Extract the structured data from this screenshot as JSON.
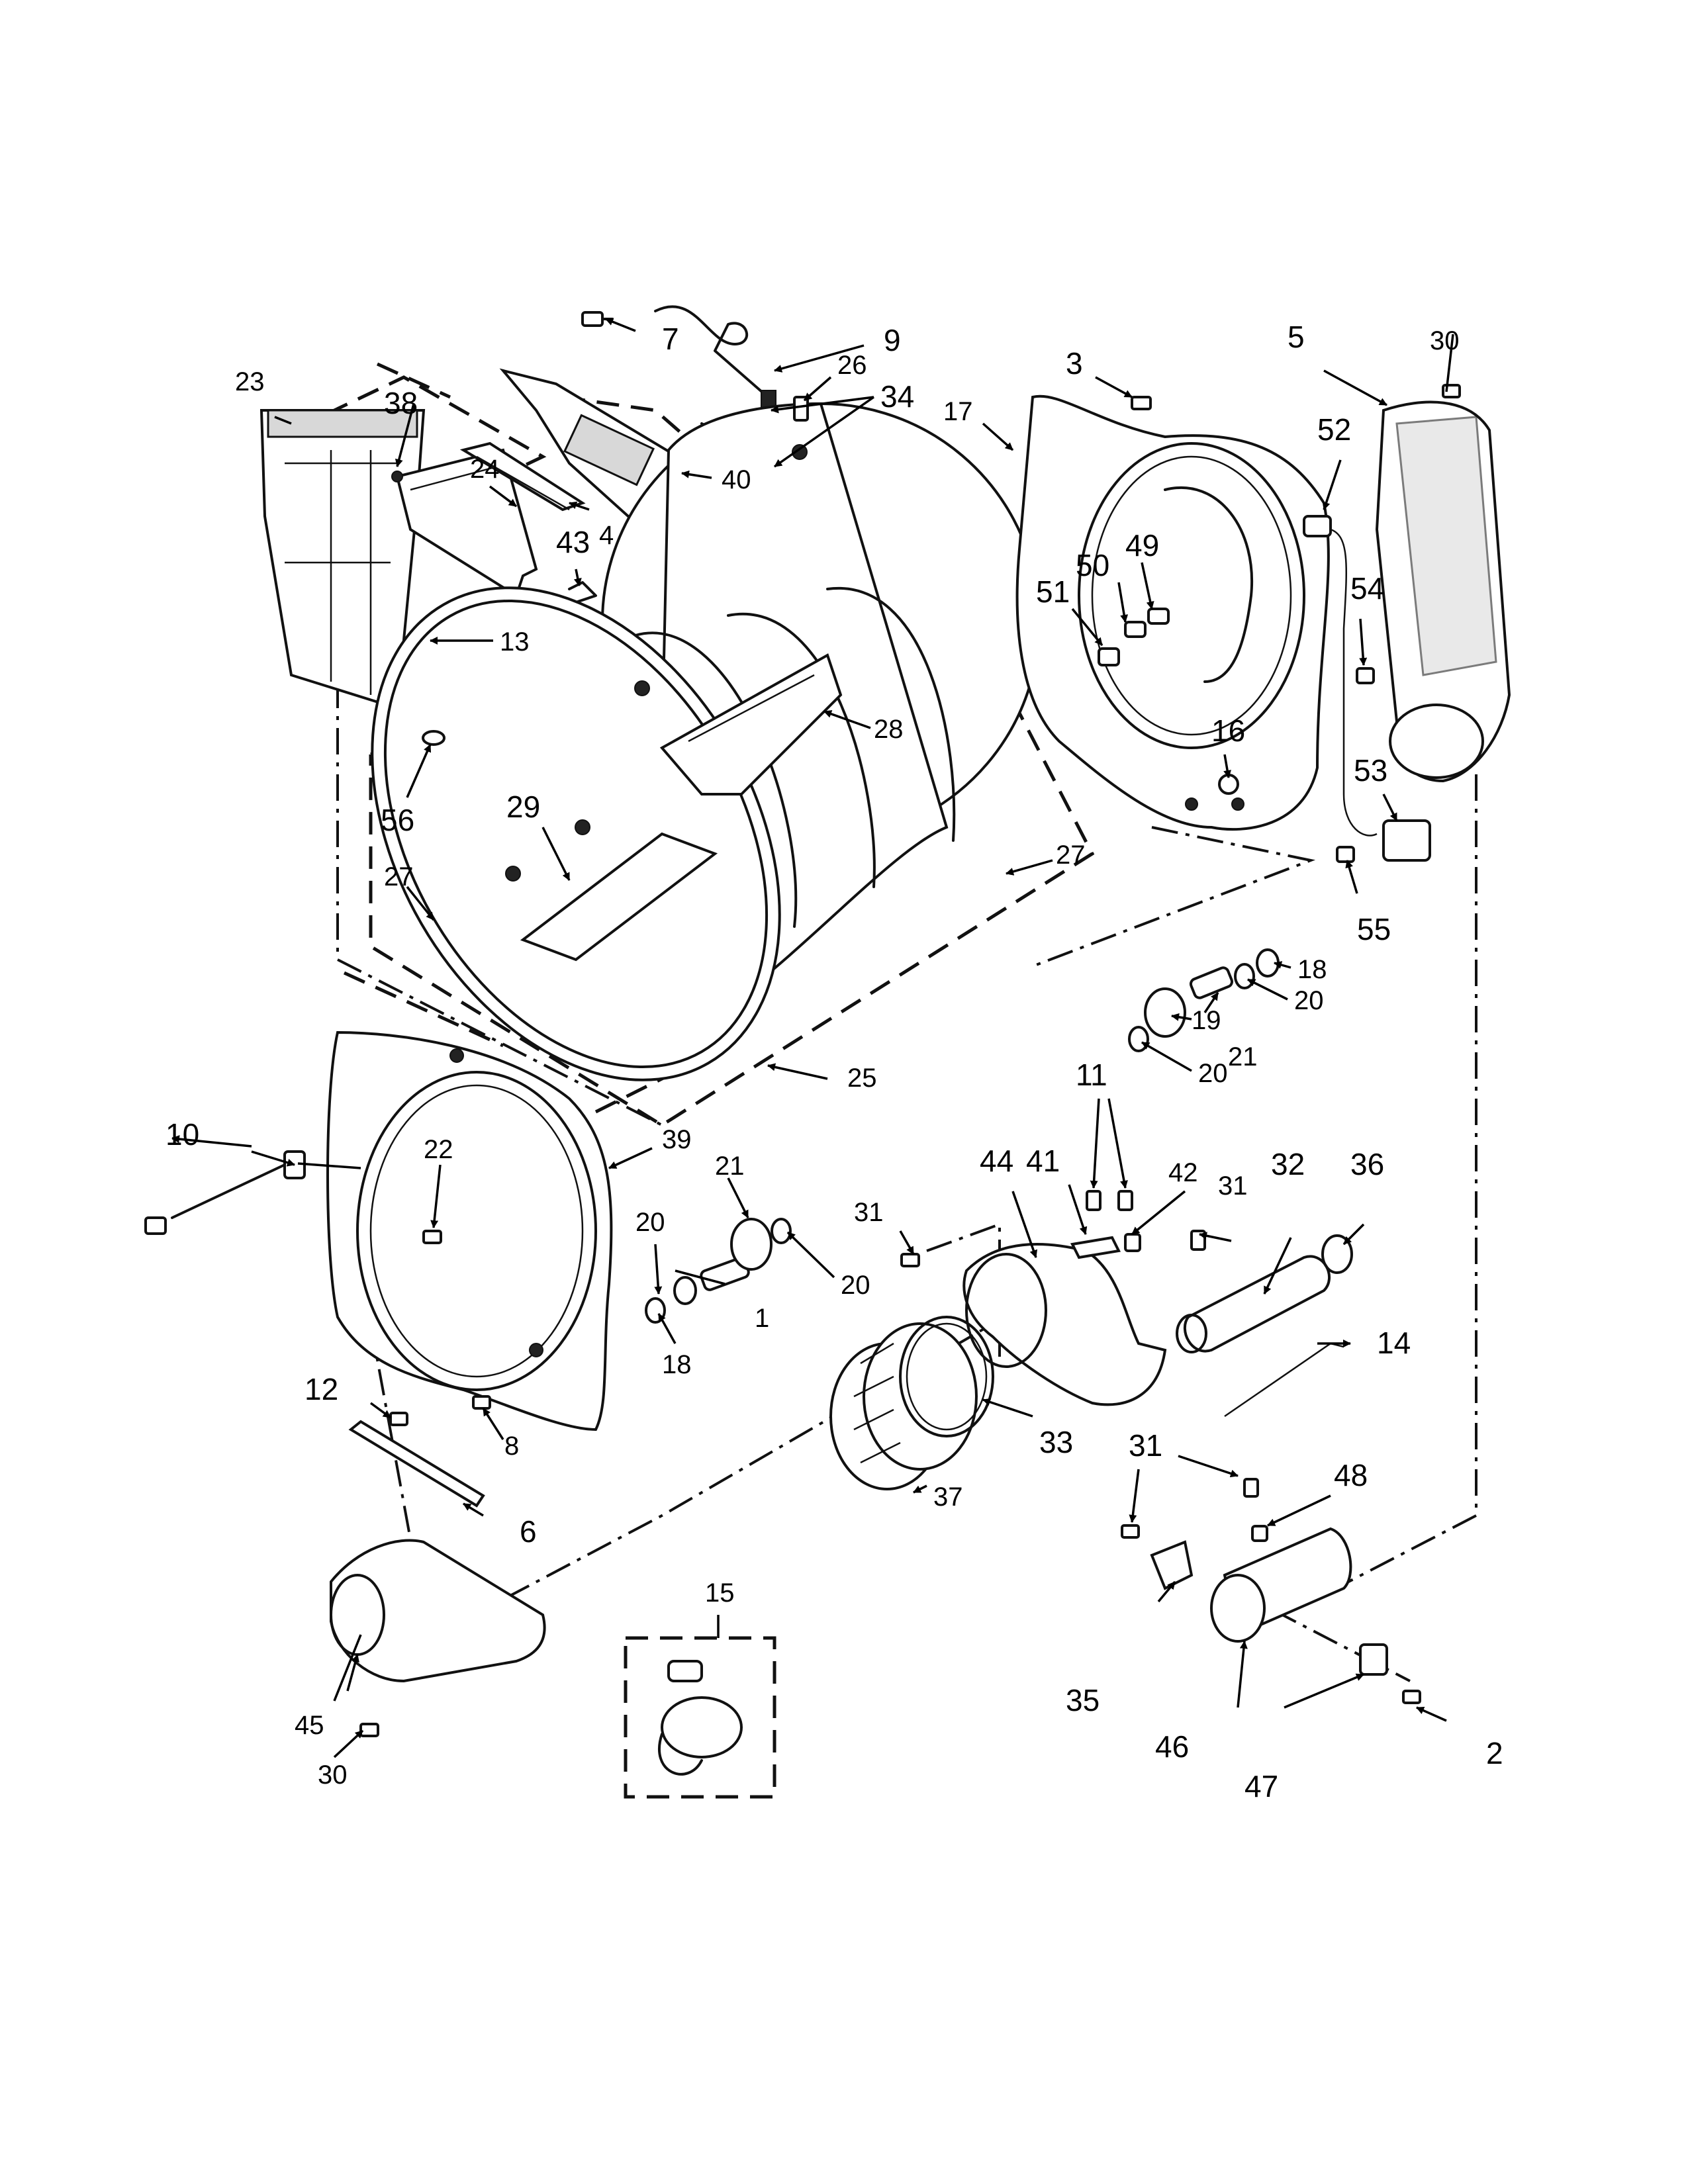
{
  "diagram": {
    "callouts": [
      "1",
      "2",
      "3",
      "4",
      "5",
      "6",
      "7",
      "8",
      "9",
      "10",
      "11",
      "12",
      "13",
      "14",
      "15",
      "16",
      "17",
      "18",
      "19",
      "20",
      "21",
      "22",
      "23",
      "24",
      "25",
      "26",
      "27",
      "28",
      "29",
      "30",
      "31",
      "32",
      "33",
      "34",
      "35",
      "36",
      "37",
      "38",
      "39",
      "40",
      "41",
      "42",
      "43",
      "44",
      "45",
      "46",
      "47",
      "48",
      "49",
      "50",
      "51",
      "52",
      "53",
      "54",
      "55",
      "56"
    ]
  }
}
